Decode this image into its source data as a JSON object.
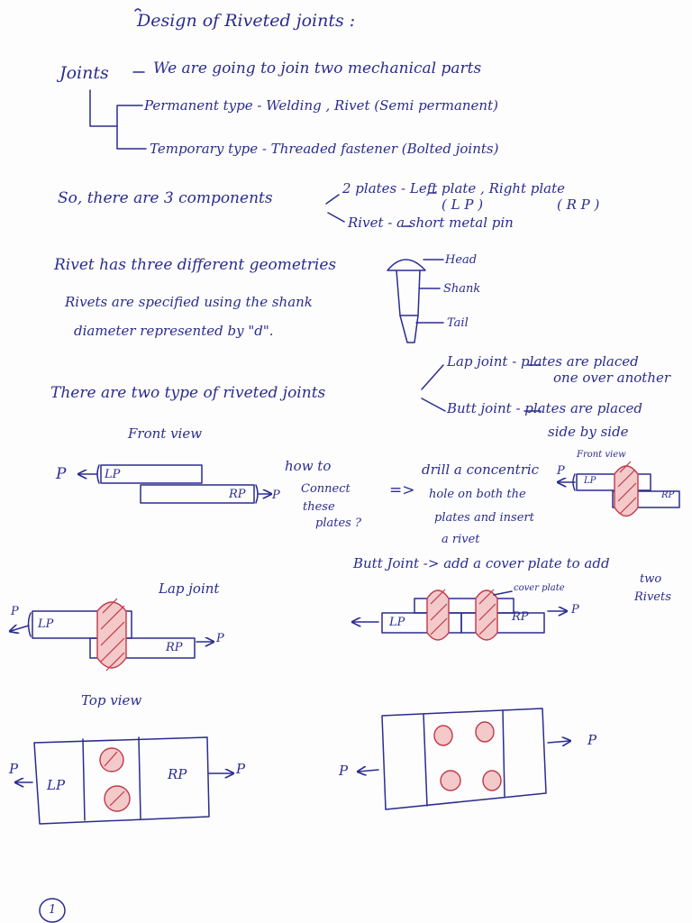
{
  "title": "Design of Riveted joints :",
  "intro": {
    "joints_label": "Joints",
    "joints_text": "We are going to join two mechanical parts",
    "permanent": "Permanent type - Welding , Rivet (Semi permanent)",
    "temporary": "Temporary type - Threaded fastener (Bolted joints)"
  },
  "components": {
    "lead": "So, there are 3 components",
    "plates": "2 plates - Left plate , Right plate",
    "lp": "( L P )",
    "rp": "( R P )",
    "rivet": "Rivet - a short metal pin"
  },
  "rivet_geometry": {
    "line1": "Rivet has three different geometries",
    "line2": "Rivets are specified using the shank",
    "line3": "diameter represented by \"d\".",
    "head": "Head",
    "shank": "Shank",
    "tail": "Tail"
  },
  "joint_types": {
    "lead": "There are two type of riveted joints",
    "lap_a": "Lap joint - plates are placed",
    "lap_b": "one over another",
    "butt_a": "Butt joint - plates are placed",
    "butt_b": "side by side"
  },
  "front_view": {
    "label": "Front view",
    "p": "P",
    "lp": "LP",
    "rp": "RP",
    "question_1": "how to",
    "question_2": "Connect",
    "question_3": "these",
    "question_4": "plates ?",
    "arrow": "=>",
    "answer_1": "drill a concentric",
    "answer_2": "hole on both the",
    "answer_3": "plates and insert",
    "answer_4": "a rivet",
    "small_label": "Front view"
  },
  "lap_joint": {
    "label": "Lap joint",
    "p": "P",
    "lp": "LP",
    "rp": "RP"
  },
  "butt_joint": {
    "label": "Butt Joint -> add a cover plate to add",
    "label_b": "two",
    "label_c": "Rivets",
    "cover": "cover plate",
    "p": "P",
    "lp": "LP",
    "rp": "RP"
  },
  "top_view": {
    "label": "Top view",
    "p": "P",
    "lp": "LP",
    "rp": "RP"
  },
  "page_number": "1"
}
